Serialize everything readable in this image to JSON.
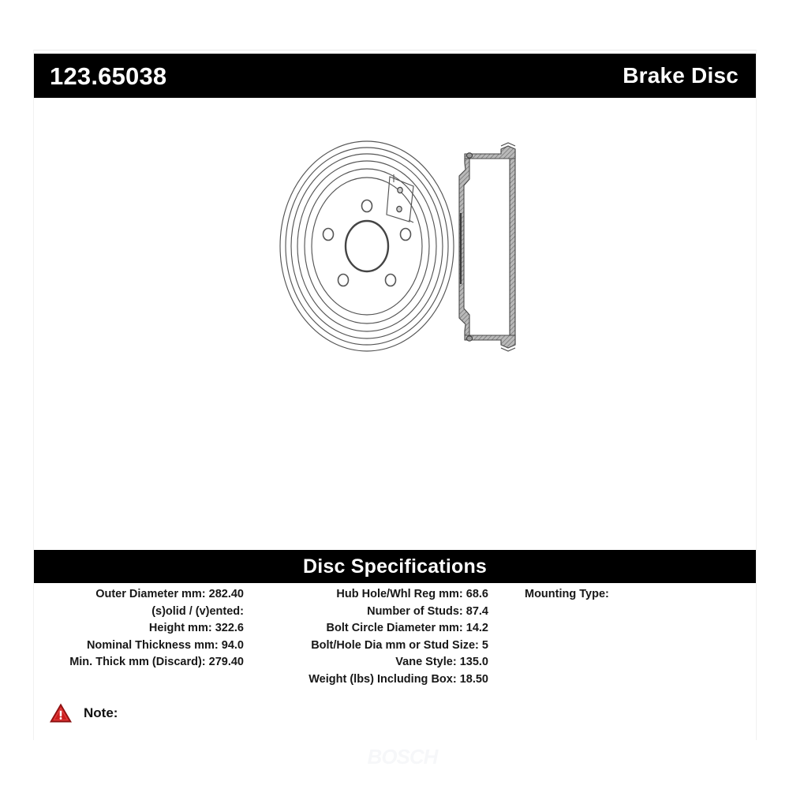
{
  "header": {
    "part_number": "123.65038",
    "product_type": "Brake Disc"
  },
  "product_image": {
    "front_view_name": "brake-drum-front-view",
    "side_view_name": "brake-drum-side-profile-view",
    "stud_hole_count": 5,
    "line_color": "#555555"
  },
  "specifications": {
    "section_title": "Disc Specifications",
    "left_column": [
      {
        "label": "Outer Diameter mm:",
        "value": "282.40"
      },
      {
        "label": "(s)olid / (v)ented:",
        "value": ""
      },
      {
        "label": "Height mm:",
        "value": "322.6"
      },
      {
        "label": "Nominal Thickness mm:",
        "value": "94.0"
      },
      {
        "label": "Min. Thick mm (Discard):",
        "value": "279.40"
      }
    ],
    "middle_column": [
      {
        "label": "Hub Hole/Whl Reg mm:",
        "value": "68.6"
      },
      {
        "label": "Number of Studs:",
        "value": "87.4"
      },
      {
        "label": "Bolt Circle Diameter mm:",
        "value": "14.2"
      },
      {
        "label": "Bolt/Hole Dia mm or Stud Size:",
        "value": "5"
      },
      {
        "label": "Vane Style:",
        "value": "135.0"
      },
      {
        "label": "Weight (lbs) Including Box:",
        "value": "18.50"
      }
    ],
    "right_column": [
      {
        "label": "Mounting Type:",
        "value": ""
      }
    ]
  },
  "note": {
    "icon": "warning-triangle-icon",
    "label": "Note:",
    "text": ""
  },
  "watermark": {
    "text": "BOSCH"
  },
  "colors": {
    "bar_background": "#000000",
    "bar_text": "#ffffff",
    "body_text": "#171717",
    "warning_red": "#cc1f1f",
    "warning_red_dark": "#8a1212",
    "page_background": "#ffffff"
  }
}
